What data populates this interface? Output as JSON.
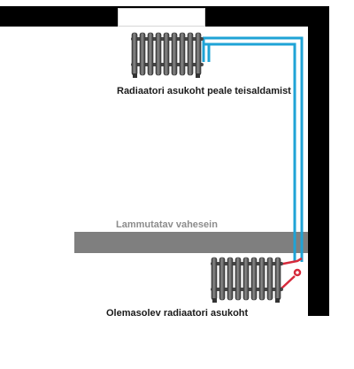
{
  "labels": {
    "new_location": "Radiaatori asukoht peale teisaldamist",
    "existing_location": "Olemasolev radiaatori asukoht",
    "partition_wall": "Lammutatav vahesein"
  },
  "colors": {
    "wall": "#000000",
    "partition": "#7f7f7f",
    "pipe_blue": "#1fa3d6",
    "pipe_red": "#d62a3b",
    "radiator": "#5a5a5a",
    "background": "#ffffff"
  },
  "icons": {
    "radiator": "cast-iron-radiator-icon"
  }
}
